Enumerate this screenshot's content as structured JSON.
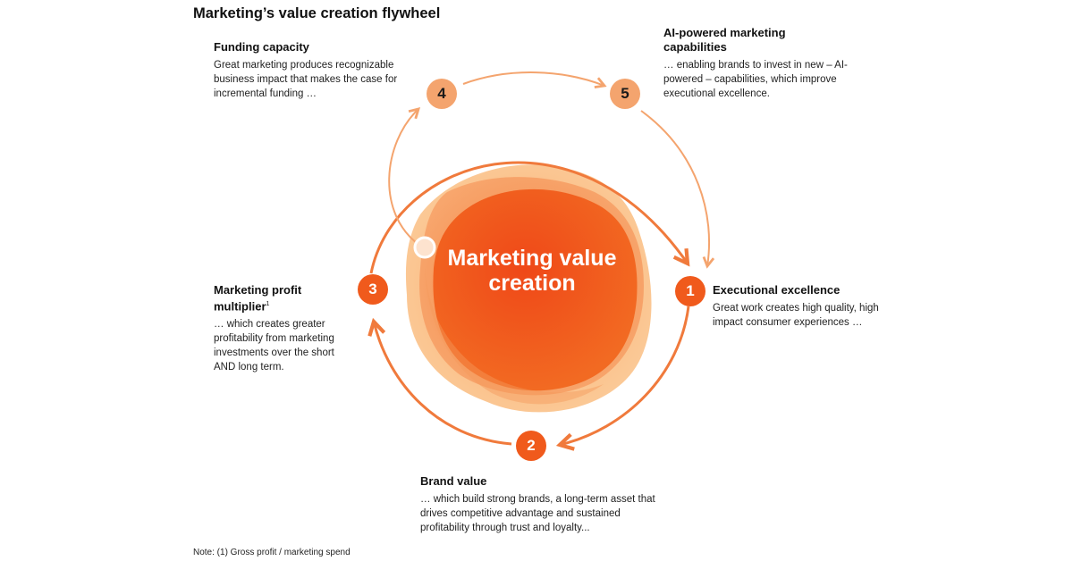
{
  "title": "Marketing’s value creation flywheel",
  "center_label": "Marketing value creation",
  "steps": [
    {
      "number": "1",
      "heading": "Executional excellence",
      "body": "Great work creates high quality, high impact consumer experiences …"
    },
    {
      "number": "2",
      "heading": "Brand value",
      "body": "… which build strong brands, a long-term asset that drives competitive advantage and sustained profitability through trust and loyalty..."
    },
    {
      "number": "3",
      "heading": "Marketing profit multiplier",
      "heading_sup": "1",
      "body": "… which creates greater profitability from marketing investments over the short AND long term."
    },
    {
      "number": "4",
      "heading": "Funding capacity",
      "body": "Great marketing produces recognizable business impact that makes the case for incremental funding …"
    },
    {
      "number": "5",
      "heading": "AI-powered marketing capabilities",
      "body": "… enabling brands to invest in new – AI-powered – capabilities, which improve executional excellence."
    }
  ],
  "note": "Note: (1) Gross profit / marketing spend",
  "colors": {
    "accent": "#f05a1c",
    "soft": "#f4a46e",
    "arrow_main": "#f07a3c",
    "arrow_soft": "#f4a46e"
  }
}
